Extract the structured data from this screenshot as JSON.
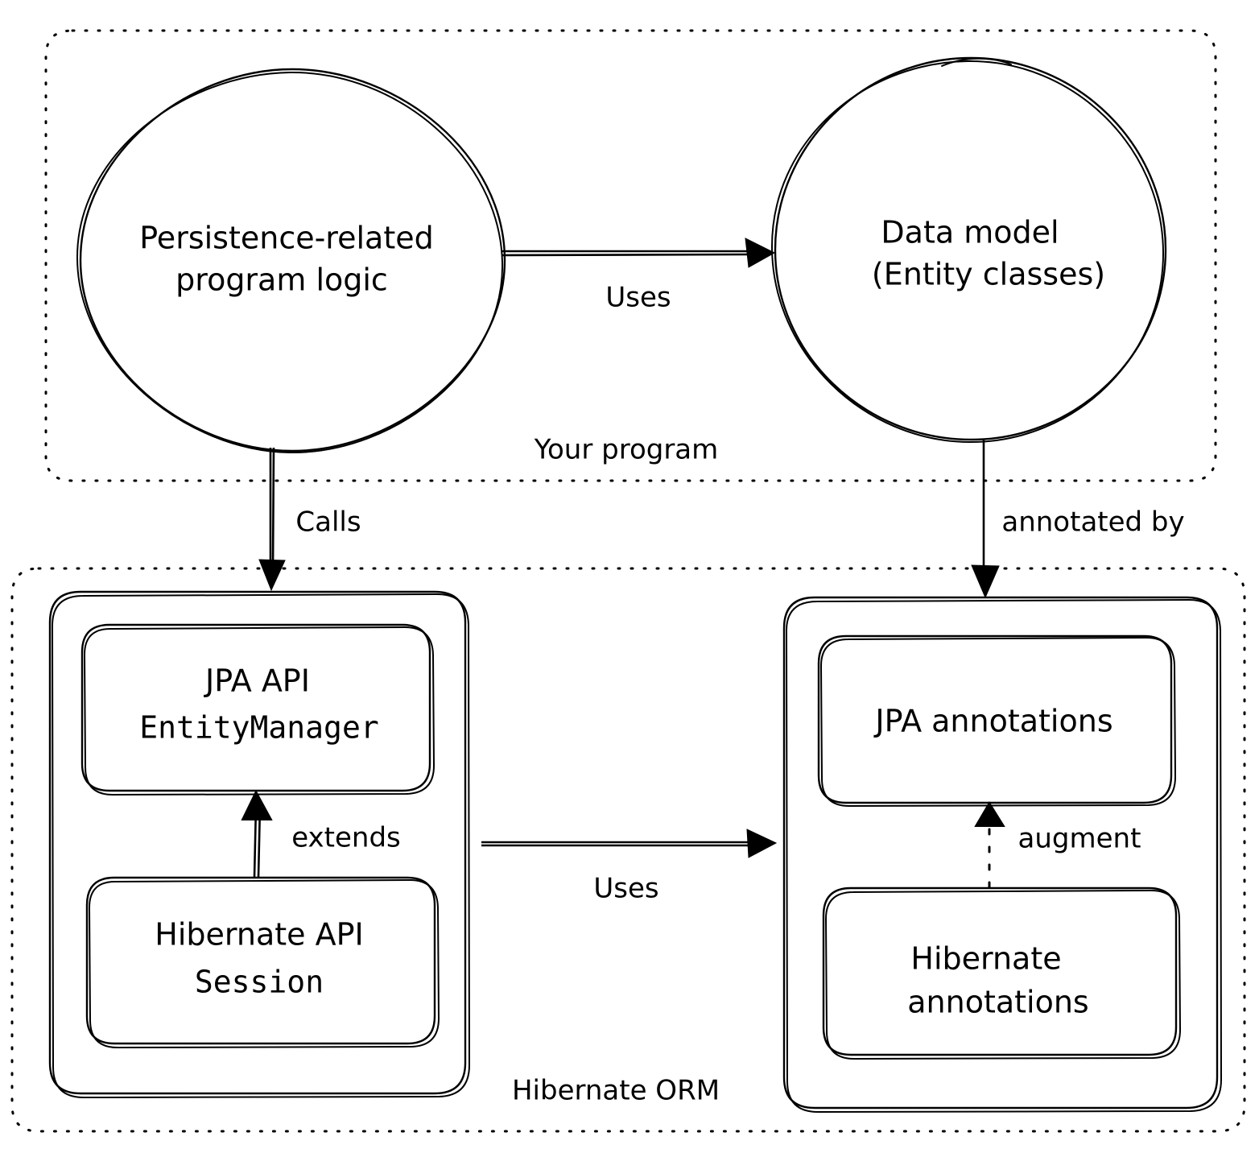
{
  "diagram": {
    "title": "Hibernate ORM / JPA architecture overview",
    "style": "hand-drawn-sketch",
    "background_color": "#ffffff",
    "stroke_color": "#000000",
    "groups": [
      {
        "id": "your-program",
        "label": "Your program",
        "border": "dotted"
      },
      {
        "id": "hibernate-orm",
        "label": "Hibernate ORM",
        "border": "dotted"
      }
    ],
    "nodes": [
      {
        "id": "persistence-logic",
        "shape": "circle",
        "lines": [
          "Persistence-related",
          "program logic"
        ],
        "group": "your-program"
      },
      {
        "id": "data-model",
        "shape": "circle",
        "lines": [
          "Data model",
          "(Entity classes)"
        ],
        "group": "your-program"
      },
      {
        "id": "jpa-api",
        "shape": "rounded-rect",
        "lines": [
          "JPA API",
          "EntityManager"
        ],
        "group": "hibernate-orm"
      },
      {
        "id": "hibernate-api",
        "shape": "rounded-rect",
        "lines": [
          "Hibernate API",
          "Session"
        ],
        "group": "hibernate-orm"
      },
      {
        "id": "jpa-annotations",
        "shape": "rounded-rect",
        "lines": [
          "JPA annotations"
        ],
        "group": "hibernate-orm"
      },
      {
        "id": "hibernate-annotations",
        "shape": "rounded-rect",
        "lines": [
          "Hibernate",
          "annotations"
        ],
        "group": "hibernate-orm"
      }
    ],
    "edges": [
      {
        "id": "uses-top",
        "from": "persistence-logic",
        "to": "data-model",
        "label": "Uses",
        "line": "solid",
        "arrow": "filled"
      },
      {
        "id": "calls",
        "from": "persistence-logic",
        "to": "jpa-api",
        "label": "Calls",
        "line": "solid",
        "arrow": "filled"
      },
      {
        "id": "annotated-by",
        "from": "data-model",
        "to": "jpa-annotations",
        "label": "annotated by",
        "line": "solid",
        "arrow": "filled"
      },
      {
        "id": "extends",
        "from": "hibernate-api",
        "to": "jpa-api",
        "label": "extends",
        "line": "solid",
        "arrow": "hollow-triangle"
      },
      {
        "id": "uses-bottom",
        "from": "jpa-api-group",
        "to": "jpa-annotations-group",
        "label": "Uses",
        "line": "solid",
        "arrow": "filled"
      },
      {
        "id": "augment",
        "from": "hibernate-annotations",
        "to": "jpa-annotations",
        "label": "augment",
        "line": "dashed",
        "arrow": "hollow-triangle"
      }
    ]
  },
  "labels": {
    "persistence_line1": "Persistence-related",
    "persistence_line2": "program logic",
    "data_model_line1": "Data model",
    "data_model_line2": "(Entity classes)",
    "your_program": "Your program",
    "uses_top": "Uses",
    "calls": "Calls",
    "annotated_by": "annotated by",
    "jpa_api_line1": "JPA API",
    "jpa_api_line2": "EntityManager",
    "hibernate_api_line1": "Hibernate API",
    "hibernate_api_line2": "Session",
    "extends": "extends",
    "uses_bottom": "Uses",
    "hibernate_orm": "Hibernate ORM",
    "jpa_annotations": "JPA annotations",
    "augment": "augment",
    "hibernate_annotations_line1": "Hibernate",
    "hibernate_annotations_line2": "annotations"
  }
}
